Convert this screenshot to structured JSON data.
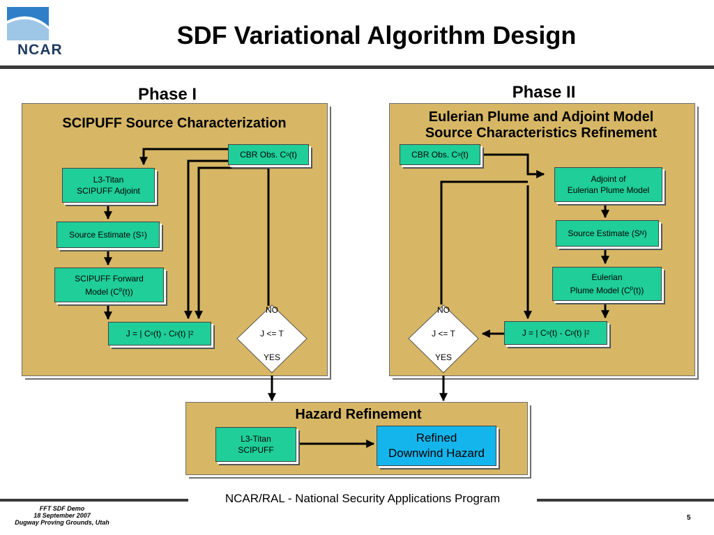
{
  "header": {
    "title": "SDF Variational Algorithm Design",
    "logo_text": "NCAR"
  },
  "phase1": {
    "heading": "Phase I",
    "panel_title": "SCIPUFF Source Characterization",
    "cbr_obs": {
      "text": "CBR Obs. C",
      "sup": "o",
      "tail": "(t)"
    },
    "adjoint": {
      "line1": "L3-Titan",
      "line2": "SCIPUFF Adjoint"
    },
    "source_estimate": {
      "text": "Source Estimate (S",
      "sub": "1",
      "tail": ")"
    },
    "forward": {
      "line1": "SCIPUFF Forward",
      "line2_a": "Model (C",
      "line2_sup": "p",
      "line2_b": "(t))"
    },
    "cost": {
      "a": "J = | C",
      "sup1": "o",
      "b": "(t) - C",
      "sup2": "p",
      "c": "(t) |",
      "sup3": "2"
    },
    "decision": {
      "no": "NO",
      "cond": "J <= T",
      "yes": "YES"
    }
  },
  "phase2": {
    "heading": "Phase II",
    "panel_title_line1": "Eulerian Plume and Adjoint Model",
    "panel_title_line2": "Source Characteristics Refinement",
    "cbr_obs": {
      "text": "CBR Obs. C",
      "sup": "o",
      "tail": "(t)"
    },
    "adjoint": {
      "line1": "Adjoint of",
      "line2": "Eulerian Plume Model"
    },
    "source_estimate": {
      "text": "Source Estimate (S",
      "sub": "N",
      "tail": ")"
    },
    "eulerian": {
      "line1": "Eulerian",
      "line2_a": "Plume Model (C",
      "line2_sup": "p",
      "line2_b": "(t))"
    },
    "cost": {
      "a": "J = | C",
      "sup1": "o",
      "b": "(t) - C",
      "sup2": "p",
      "c": "(t) |",
      "sup3": "2"
    },
    "decision": {
      "no": "NO",
      "cond": "J <= T",
      "yes": "YES"
    }
  },
  "hazard": {
    "title": "Hazard Refinement",
    "titan": {
      "line1": "L3-Titan",
      "line2": "SCIPUFF"
    },
    "refined": {
      "line1": "Refined",
      "line2": "Downwind Hazard"
    }
  },
  "footer": {
    "program": "NCAR/RAL - National Security Applications Program",
    "line1": "FFT SDF Demo",
    "line2": "18 September 2007",
    "line3": "Dugway Proving Grounds, Utah",
    "page": "5"
  }
}
